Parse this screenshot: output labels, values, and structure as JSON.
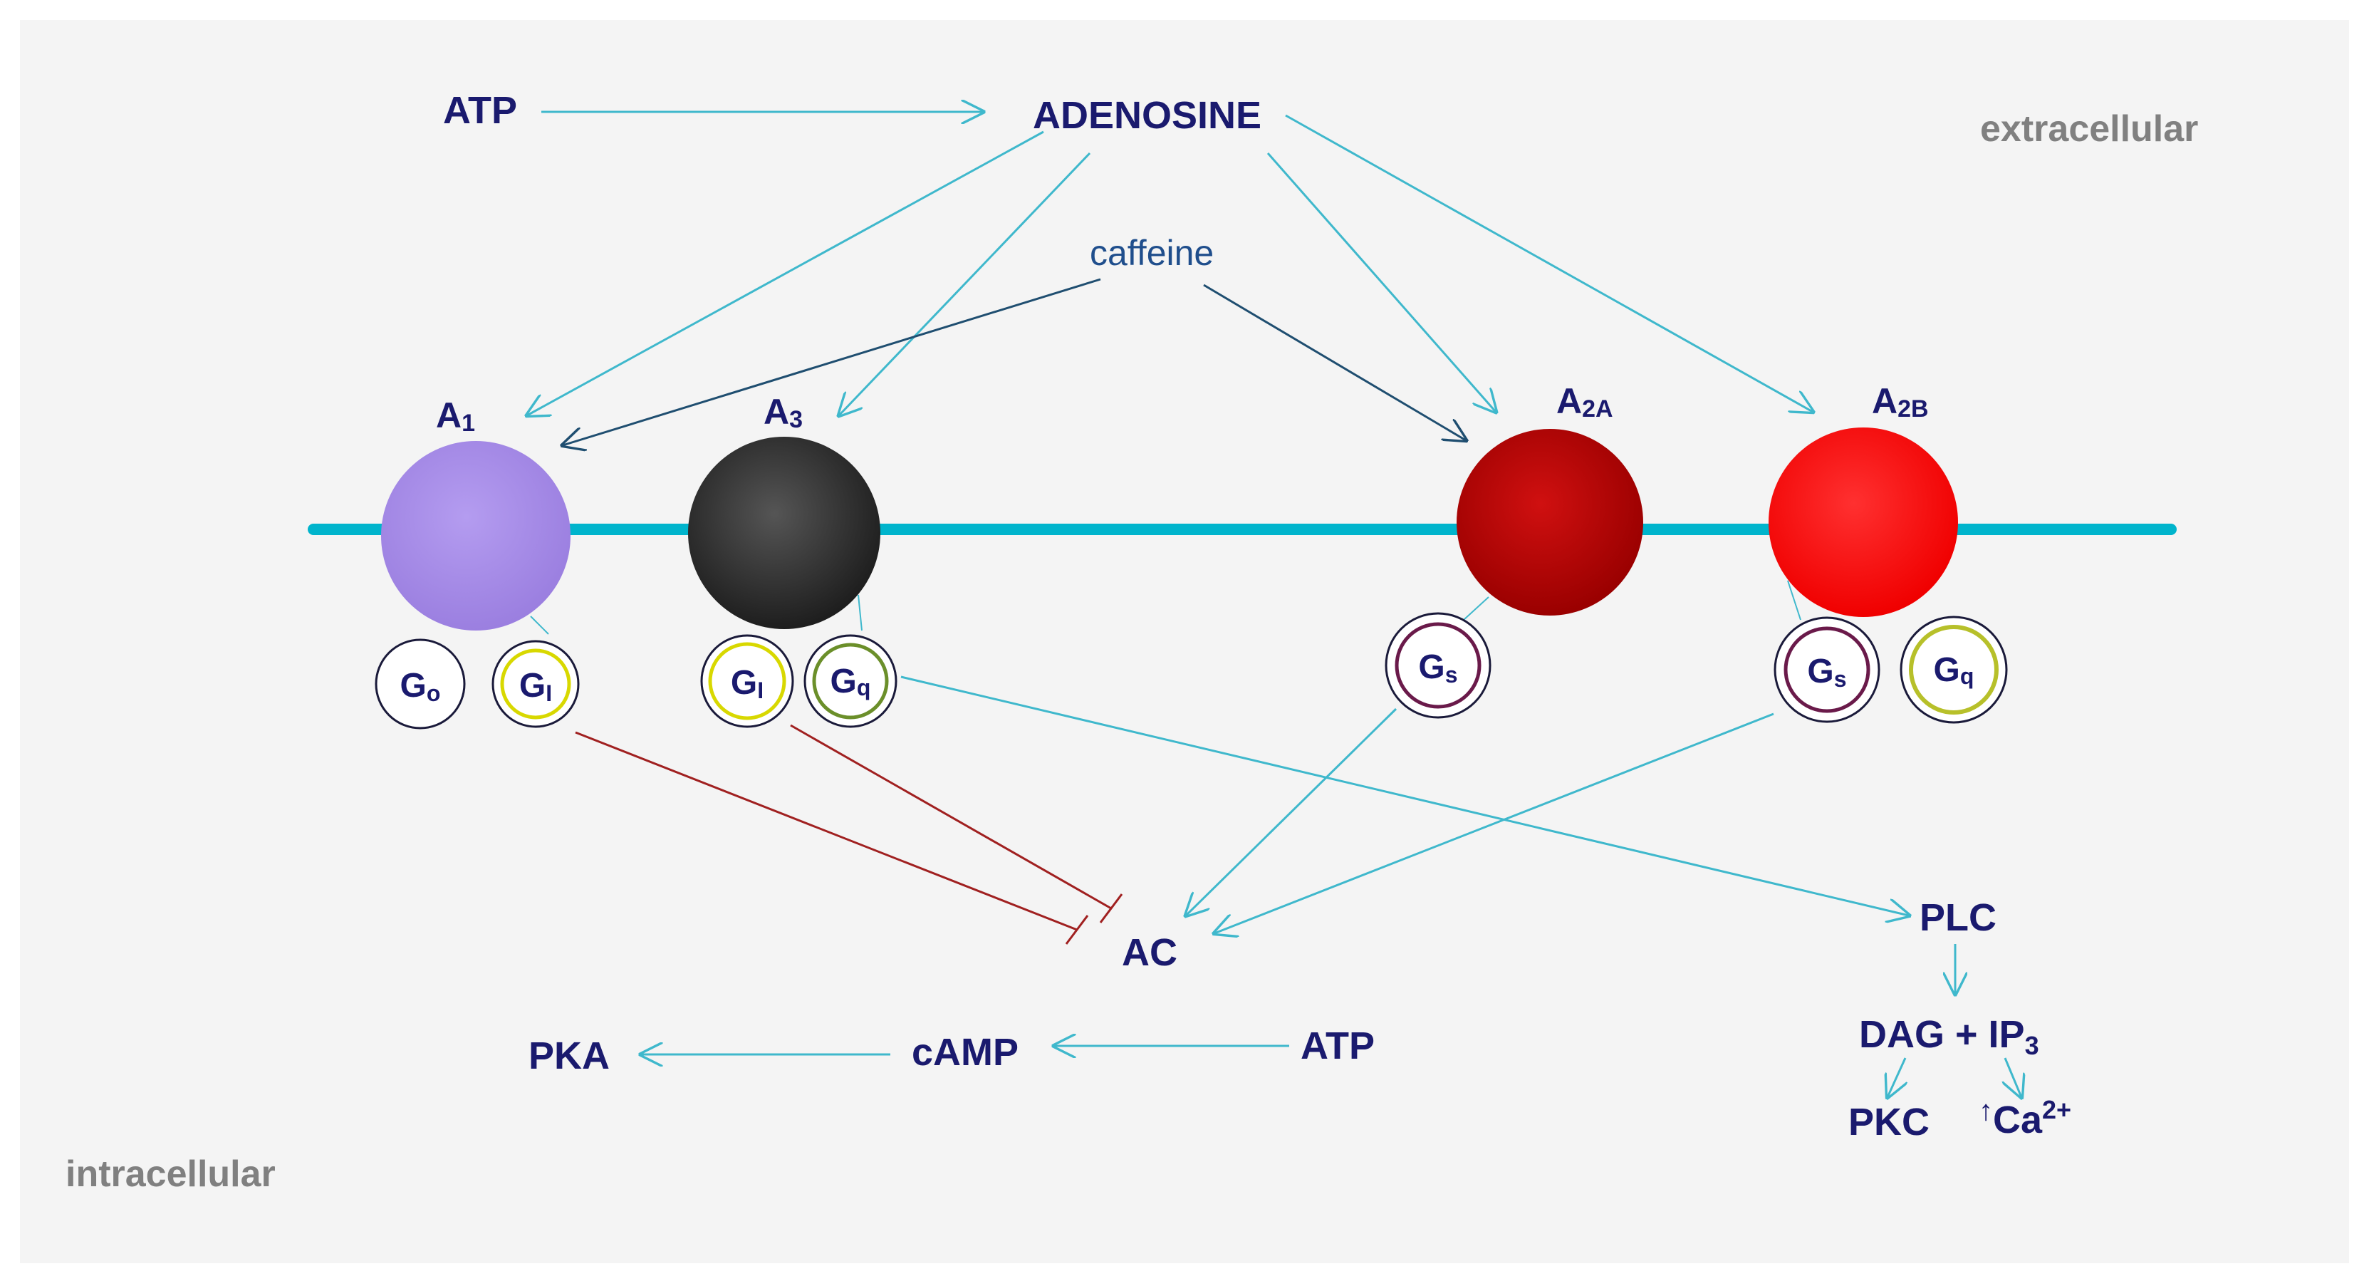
{
  "regions": {
    "extracellular": "extracellular",
    "intracellular": "intracellular"
  },
  "molecules": {
    "atp_top": "ATP",
    "adenosine": "ADENOSINE",
    "caffeine": "caffeine",
    "ac": "AC",
    "camp": "cAMP",
    "pka": "PKA",
    "atp_bottom": "ATP",
    "plc": "PLC",
    "dag_ip3": {
      "main": "DAG + IP",
      "sub": "3"
    },
    "pkc": "PKC",
    "ca": {
      "arrow": "↑",
      "main": "Ca",
      "sup": "2+"
    }
  },
  "receptors": {
    "a1": {
      "main": "A",
      "sub": "1",
      "color": "#9b7fe0"
    },
    "a3": {
      "main": "A",
      "sub": "3",
      "color": "#2a2a2a"
    },
    "a2a": {
      "main": "A",
      "sub": "2A",
      "color": "#b00000"
    },
    "a2b": {
      "main": "A",
      "sub": "2B",
      "color": "#ff0a0a"
    }
  },
  "g_proteins": {
    "a1_go": {
      "main": "G",
      "sub": "o"
    },
    "a1_gi": {
      "main": "G",
      "sub": "I"
    },
    "a3_gi": {
      "main": "G",
      "sub": "I"
    },
    "a3_gq": {
      "main": "G",
      "sub": "q"
    },
    "a2a_gs": {
      "main": "G",
      "sub": "s"
    },
    "a2b_gs": {
      "main": "G",
      "sub": "s"
    },
    "a2b_gq": {
      "main": "G",
      "sub": "q"
    }
  },
  "colors": {
    "membrane": "#00b4cc",
    "activation_arrow": "#3fb8cc",
    "caffeine_arrow": "#1f4e70",
    "inhibition": "#a02020",
    "text": "#1a1a6e",
    "region_text": "#808080",
    "gi_ring": "#d8d800",
    "gs_ring": "#6a1a4a"
  }
}
